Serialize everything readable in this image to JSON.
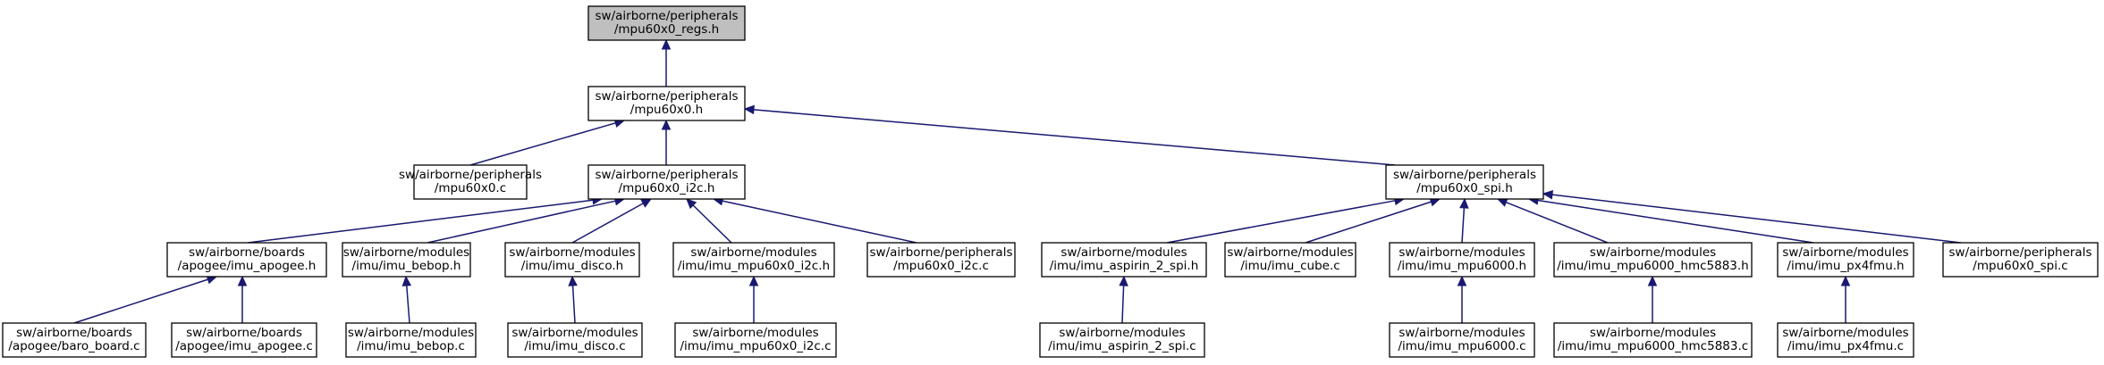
{
  "nodes": {
    "mpu60x0_regs_h": [
      "sw/airborne/peripherals",
      "/mpu60x0_regs.h"
    ],
    "mpu60x0_h": [
      "sw/airborne/peripherals",
      "/mpu60x0.h"
    ],
    "mpu60x0_c": [
      "sw/airborne/peripherals",
      "/mpu60x0.c"
    ],
    "mpu60x0_i2c_h": [
      "sw/airborne/peripherals",
      "/mpu60x0_i2c.h"
    ],
    "mpu60x0_spi_h": [
      "sw/airborne/peripherals",
      "/mpu60x0_spi.h"
    ],
    "imu_apogee_h": [
      "sw/airborne/boards",
      "/apogee/imu_apogee.h"
    ],
    "imu_bebop_h": [
      "sw/airborne/modules",
      "/imu/imu_bebop.h"
    ],
    "imu_disco_h": [
      "sw/airborne/modules",
      "/imu/imu_disco.h"
    ],
    "imu_mpu60x0_i2c_h": [
      "sw/airborne/modules",
      "/imu/imu_mpu60x0_i2c.h"
    ],
    "mpu60x0_i2c_c": [
      "sw/airborne/peripherals",
      "/mpu60x0_i2c.c"
    ],
    "imu_aspirin_2_spi_h": [
      "sw/airborne/modules",
      "/imu/imu_aspirin_2_spi.h"
    ],
    "imu_cube_c": [
      "sw/airborne/modules",
      "/imu/imu_cube.c"
    ],
    "imu_mpu6000_h": [
      "sw/airborne/modules",
      "/imu/imu_mpu6000.h"
    ],
    "imu_mpu6000_hmc5883_h": [
      "sw/airborne/modules",
      "/imu/imu_mpu6000_hmc5883.h"
    ],
    "imu_px4fmu_h": [
      "sw/airborne/modules",
      "/imu/imu_px4fmu.h"
    ],
    "mpu60x0_spi_c": [
      "sw/airborne/peripherals",
      "/mpu60x0_spi.c"
    ],
    "baro_board_c": [
      "sw/airborne/boards",
      "/apogee/baro_board.c"
    ],
    "imu_apogee_c": [
      "sw/airborne/boards",
      "/apogee/imu_apogee.c"
    ],
    "imu_bebop_c": [
      "sw/airborne/modules",
      "/imu/imu_bebop.c"
    ],
    "imu_disco_c": [
      "sw/airborne/modules",
      "/imu/imu_disco.c"
    ],
    "imu_mpu60x0_i2c_c": [
      "sw/airborne/modules",
      "/imu/imu_mpu60x0_i2c.c"
    ],
    "imu_aspirin_2_spi_c": [
      "sw/airborne/modules",
      "/imu/imu_aspirin_2_spi.c"
    ],
    "imu_mpu6000_c": [
      "sw/airborne/modules",
      "/imu/imu_mpu6000.c"
    ],
    "imu_mpu6000_hmc5883_c": [
      "sw/airborne/modules",
      "/imu/imu_mpu6000_hmc5883.c"
    ],
    "imu_px4fmu_c": [
      "sw/airborne/modules",
      "/imu/imu_px4fmu.c"
    ]
  },
  "root_node": "mpu60x0_regs_h",
  "edges": [
    [
      "mpu60x0_h",
      "mpu60x0_regs_h"
    ],
    [
      "mpu60x0_c",
      "mpu60x0_h"
    ],
    [
      "mpu60x0_i2c_h",
      "mpu60x0_h"
    ],
    [
      "mpu60x0_spi_h",
      "mpu60x0_h"
    ],
    [
      "imu_apogee_h",
      "mpu60x0_i2c_h"
    ],
    [
      "imu_bebop_h",
      "mpu60x0_i2c_h"
    ],
    [
      "imu_disco_h",
      "mpu60x0_i2c_h"
    ],
    [
      "imu_mpu60x0_i2c_h",
      "mpu60x0_i2c_h"
    ],
    [
      "mpu60x0_i2c_c",
      "mpu60x0_i2c_h"
    ],
    [
      "imu_aspirin_2_spi_h",
      "mpu60x0_spi_h"
    ],
    [
      "imu_cube_c",
      "mpu60x0_spi_h"
    ],
    [
      "imu_mpu6000_h",
      "mpu60x0_spi_h"
    ],
    [
      "imu_mpu6000_hmc5883_h",
      "mpu60x0_spi_h"
    ],
    [
      "imu_px4fmu_h",
      "mpu60x0_spi_h"
    ],
    [
      "mpu60x0_spi_c",
      "mpu60x0_spi_h"
    ],
    [
      "baro_board_c",
      "imu_apogee_h"
    ],
    [
      "imu_apogee_c",
      "imu_apogee_h"
    ],
    [
      "imu_bebop_c",
      "imu_bebop_h"
    ],
    [
      "imu_disco_c",
      "imu_disco_h"
    ],
    [
      "imu_mpu60x0_i2c_c",
      "imu_mpu60x0_i2c_h"
    ],
    [
      "imu_aspirin_2_spi_c",
      "imu_aspirin_2_spi_h"
    ],
    [
      "imu_mpu6000_c",
      "imu_mpu6000_h"
    ],
    [
      "imu_mpu6000_hmc5883_c",
      "imu_mpu6000_hmc5883_h"
    ],
    [
      "imu_px4fmu_c",
      "imu_px4fmu_h"
    ]
  ]
}
